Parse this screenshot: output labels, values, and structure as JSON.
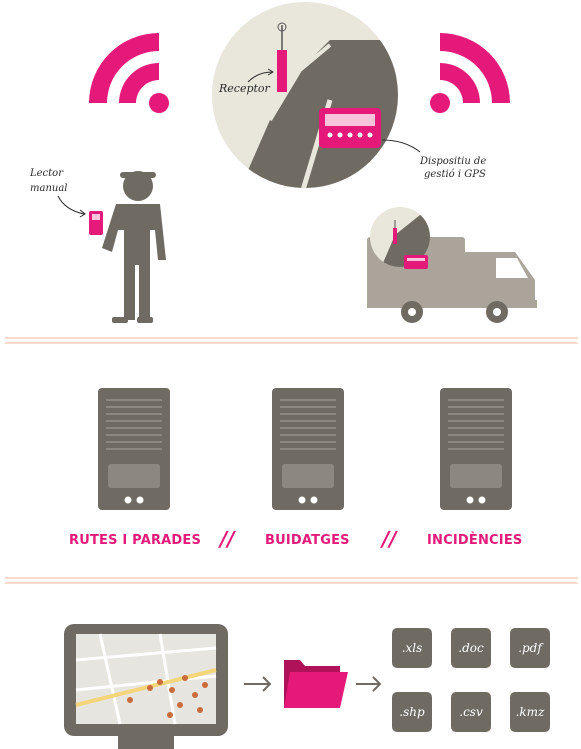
{
  "labels": {
    "receptor": "Receptor",
    "lector_line1": "Lector",
    "lector_line2": "manual",
    "device_line1": "Dispositiu de",
    "device_line2": "gestió i GPS"
  },
  "servers": [
    {
      "label": "RUTES I PARADES"
    },
    {
      "label": "BUIDATGES"
    },
    {
      "label": "INCIDÈNCIES"
    }
  ],
  "separator": "//",
  "files": [
    ".xls",
    ".doc",
    ".pdf",
    ".shp",
    ".csv",
    ".kmz"
  ],
  "colors": {
    "accent": "#e5197a",
    "gray": "#6f6b63",
    "light": "#e9e6dc",
    "rule": "#f3b59a"
  },
  "icons": [
    "wifi-left-icon",
    "wifi-right-icon",
    "worker-icon",
    "truck-icon",
    "server-icon",
    "monitor-map-icon",
    "folder-icon",
    "arrow-icon"
  ]
}
